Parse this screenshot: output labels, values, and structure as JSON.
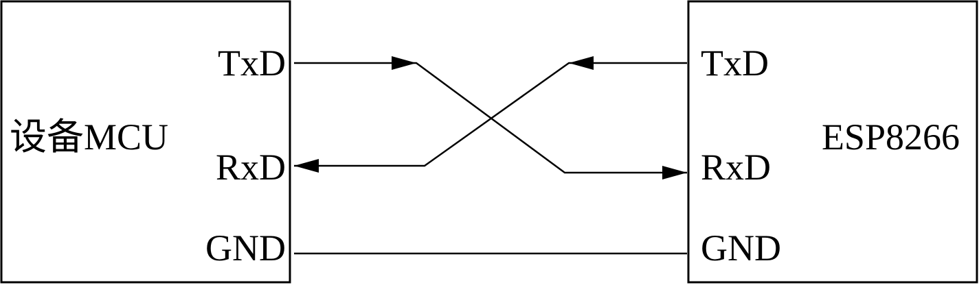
{
  "left_device": {
    "name": "设备MCU",
    "pins": {
      "txd": "TxD",
      "rxd": "RxD",
      "gnd": "GND"
    }
  },
  "right_device": {
    "name": "ESP8266",
    "pins": {
      "txd": "TxD",
      "rxd": "RxD",
      "gnd": "GND"
    }
  }
}
